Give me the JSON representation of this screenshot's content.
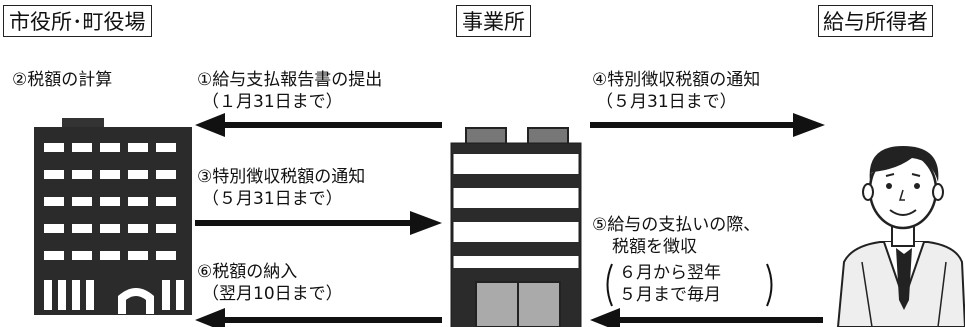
{
  "boxes": {
    "city": "市役所･町役場",
    "office": "事業所",
    "earner": "給与所得者"
  },
  "steps": {
    "s2": "②税額の計算",
    "s1_title": "①給与支払報告書の提出",
    "s1_sub": "（１月31日まで）",
    "s4_title": "④特別徴収税額の通知",
    "s4_sub": "（５月31日まで）",
    "s3_title": "③特別徴収税額の通知",
    "s3_sub": "（５月31日まで）",
    "s5_title": "⑤給与の支払いの際、",
    "s5_line2": "税額を徴収",
    "s5_line3": "６月から翌年",
    "s5_line4": "５月まで毎月",
    "s6_title": "⑥税額の納入",
    "s6_sub": "（翌月10日まで）"
  }
}
